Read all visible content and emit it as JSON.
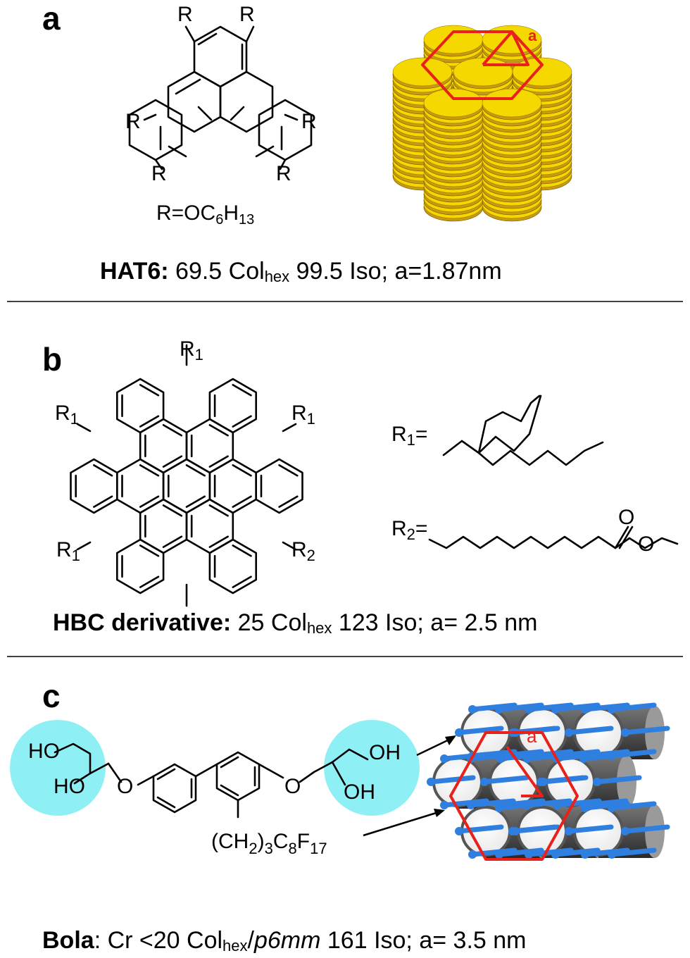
{
  "panels": {
    "a": {
      "letter": "a",
      "substituent_label": "R",
      "r_definition": {
        "prefix": "R=OC",
        "sub1": "6",
        "mid": "H",
        "sub2": "13"
      },
      "lattice_label": "a",
      "caption": {
        "name": "HAT6:",
        "pre": " 69.5 Col",
        "phase_sub": "hex",
        "post": " 99.5 Iso; a=1.87nm"
      }
    },
    "b": {
      "letter": "b",
      "r1": {
        "base": "R",
        "sub": "1"
      },
      "r2": {
        "base": "R",
        "sub": "2"
      },
      "r1_def": {
        "base": "R",
        "sub": "1",
        "eq": "="
      },
      "r2_def": {
        "base": "R",
        "sub": "2",
        "eq": "="
      },
      "carbonyl_o": "O",
      "ester_o": "O",
      "caption": {
        "name": "HBC derivative:",
        "pre": " 25 Col",
        "phase_sub": "hex",
        "post": " 123 Iso; a= 2.5 nm"
      }
    },
    "c": {
      "letter": "c",
      "ho_top": "HO",
      "ho_bottom": "HO",
      "oh_top": "OH",
      "oh_bottom": "OH",
      "ether_o_left": "O",
      "ether_o_right": "O",
      "side_chain": {
        "p1": "(CH",
        "s1": "2",
        "p2": ")",
        "s2": "3",
        "p3": "C",
        "s3": "8",
        "p4": "F",
        "s4": "17"
      },
      "lattice_label": "a",
      "caption": {
        "name": "Bola",
        "pre": ": Cr <20 Col",
        "phase_sub": "hex",
        "slash": "/",
        "ital": "p6mm",
        "post": " 161 Iso; a= 3.5 nm"
      }
    }
  },
  "colors": {
    "disc_yellow": "#f5d800",
    "disc_side": "#c99a10",
    "cyan_circle": "#8ef0f4",
    "rod_blue": "#2f7fe0",
    "rod_dark": "#4a4a4a",
    "lattice_red": "#e8211b"
  }
}
